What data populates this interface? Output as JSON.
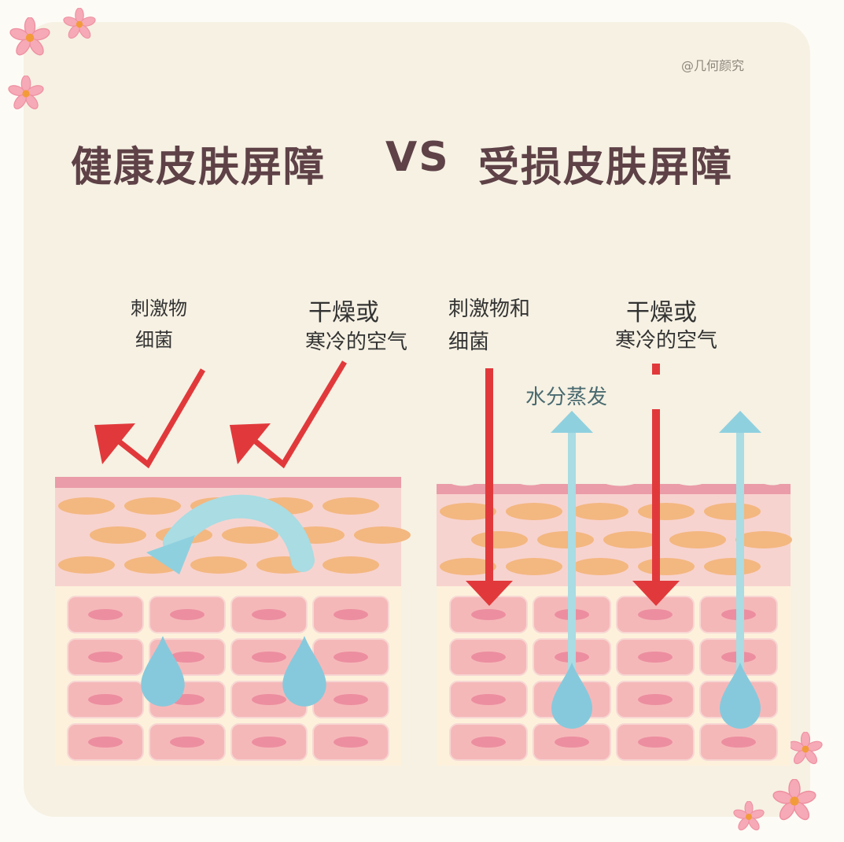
{
  "watermark": "@几何颜究",
  "title": {
    "left": "健康皮肤屏障",
    "vs": "VS",
    "right": "受损皮肤屏障"
  },
  "healthy_panel": {
    "irritant_label_line1": "刺激物",
    "irritant_label_line2": "细菌",
    "air_label_line1": "干燥或",
    "air_label_line2": "寒冷的空气"
  },
  "damaged_panel": {
    "irritant_label_line1": "刺激物和",
    "irritant_label_line2": "细菌",
    "air_label_line1": "干燥或",
    "air_label_line2": "寒冷的空气",
    "evaporation_label": "水分蒸发"
  },
  "colors": {
    "background": "#f6f1e3",
    "title": "#5e4247",
    "red_arrow": "#e1393b",
    "blue_arrow": "#8fd0df",
    "water_drop": "#86c9dc",
    "skin_layer": "#f7d3cf",
    "lipid": "#f3b780",
    "cell": "#f5b8b9",
    "flower": "#f6a9b6"
  },
  "icons": {
    "flower": "flower-icon",
    "water_drop": "water-drop-icon"
  }
}
